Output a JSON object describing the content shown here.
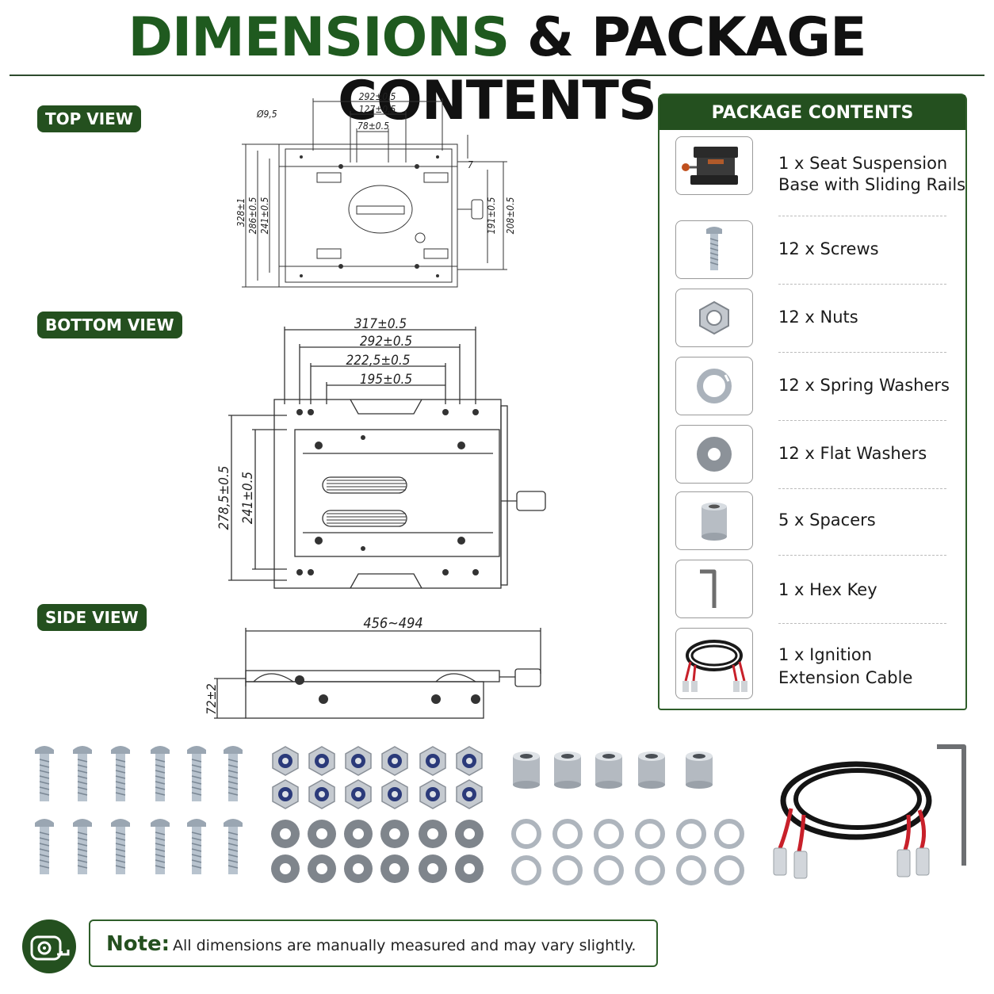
{
  "header": {
    "title_part1": "DIMENSIONS",
    "title_part2": "& PACKAGE CONTENTS"
  },
  "views": {
    "top": {
      "label": "TOP VIEW",
      "dims": [
        "292±0.5",
        "127±0.5",
        "78±0.5",
        "Ø9,5",
        "7",
        "328±1",
        "286±0.5",
        "241±0.5",
        "191±0.5",
        "208±0.5"
      ]
    },
    "bottom": {
      "label": "BOTTOM VIEW",
      "dims": [
        "317±0.5",
        "292±0.5",
        "222,5±0.5",
        "195±0.5",
        "278,5±0.5",
        "241±0.5"
      ]
    },
    "side": {
      "label": "SIDE VIEW",
      "dims": [
        "456~494",
        "72±2"
      ]
    }
  },
  "package": {
    "title": "PACKAGE CONTENTS",
    "items": [
      {
        "line1": "1 x Seat Suspension",
        "line2": "Base with Sliding Rails",
        "icon": "seat-base-icon"
      },
      {
        "line1": "12 x Screws",
        "line2": "",
        "icon": "screw-icon"
      },
      {
        "line1": "12 x Nuts",
        "line2": "",
        "icon": "nut-icon"
      },
      {
        "line1": "12 x Spring Washers",
        "line2": "",
        "icon": "spring-washer-icon"
      },
      {
        "line1": "12 x Flat Washers",
        "line2": "",
        "icon": "flat-washer-icon"
      },
      {
        "line1": "5 x Spacers",
        "line2": "",
        "icon": "spacer-icon"
      },
      {
        "line1": "1 x Hex Key",
        "line2": "",
        "icon": "hex-key-icon"
      },
      {
        "line1": "1 x Ignition",
        "line2": "Extension Cable",
        "icon": "cable-icon"
      }
    ]
  },
  "note": {
    "label": "Note:",
    "text": "All dimensions are manually measured and may vary slightly.",
    "icon": "tape-measure-icon"
  },
  "colors": {
    "brand_green": "#24501f",
    "title_green": "#1f5a1f"
  }
}
